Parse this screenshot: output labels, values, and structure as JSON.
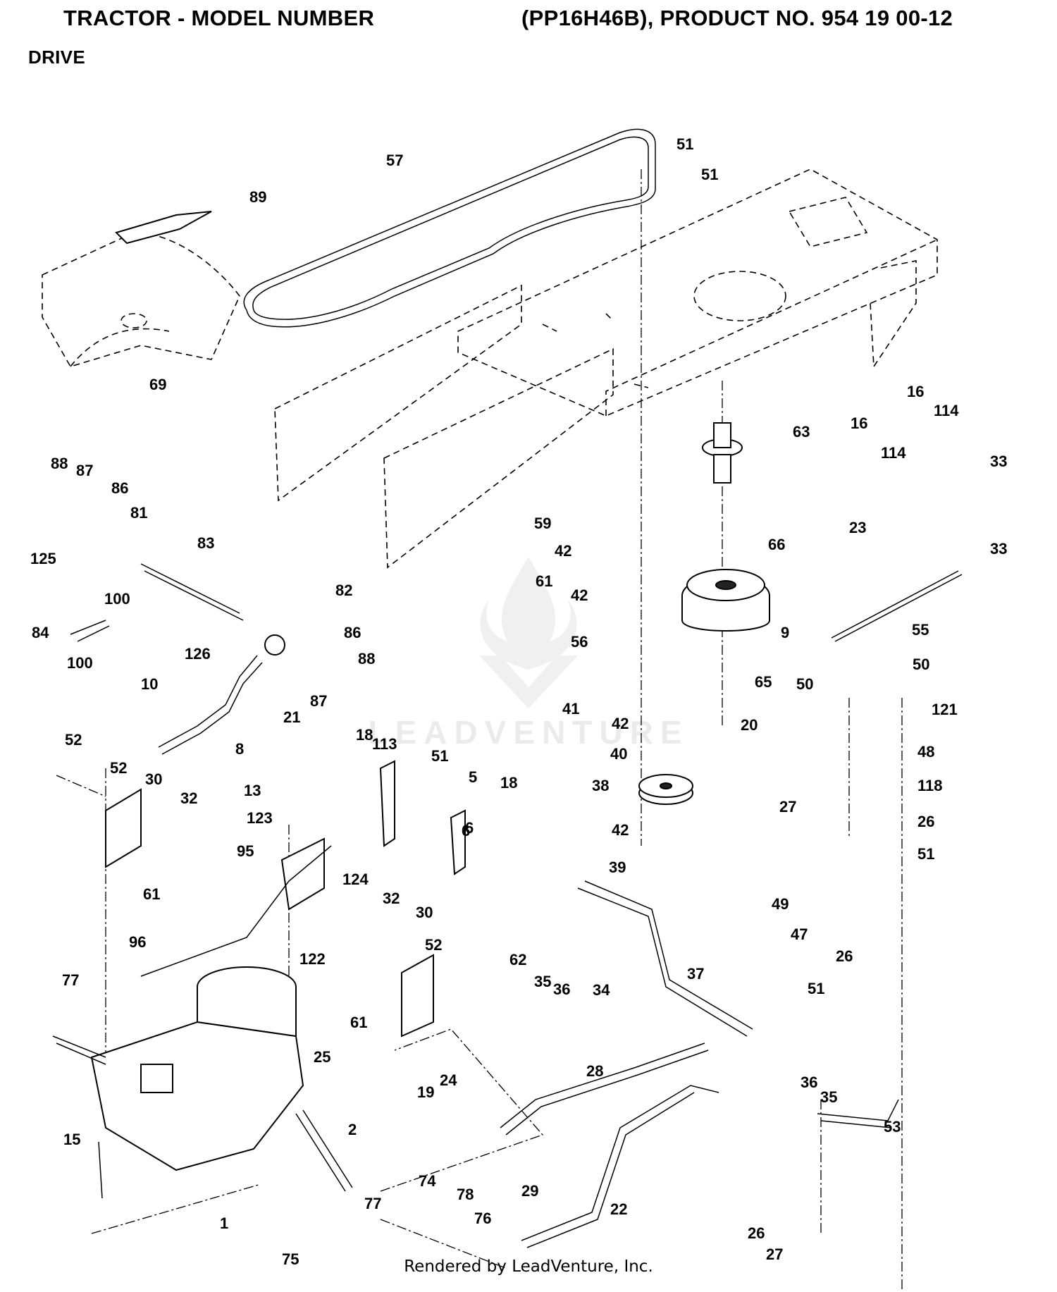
{
  "header": {
    "title_left": "TRACTOR - MODEL NUMBER",
    "title_right": "(PP16H46B), PRODUCT NO. 954 19 00-12",
    "section": "DRIVE"
  },
  "footer": {
    "text": "Rendered by LeadVenture, Inc."
  },
  "watermark": {
    "text": "LEADVENTURE",
    "color": "#666666"
  },
  "callouts": [
    "57",
    "51",
    "51",
    "89",
    "69",
    "63",
    "16",
    "16",
    "114",
    "114",
    "33",
    "33",
    "23",
    "88",
    "87",
    "86",
    "81",
    "83",
    "82",
    "125",
    "100",
    "84",
    "100",
    "126",
    "86",
    "88",
    "87",
    "10",
    "21",
    "8",
    "59",
    "42",
    "61",
    "42",
    "56",
    "66",
    "9",
    "55",
    "65",
    "20",
    "41",
    "42",
    "40",
    "38",
    "42",
    "39",
    "50",
    "50",
    "121",
    "48",
    "27",
    "118",
    "26",
    "51",
    "49",
    "47",
    "26",
    "51",
    "52",
    "52",
    "30",
    "32",
    "61",
    "13",
    "123",
    "95",
    "124",
    "122",
    "96",
    "18",
    "113",
    "51",
    "5",
    "18",
    "6",
    "6",
    "62",
    "35",
    "36",
    "34",
    "37",
    "32",
    "30",
    "52",
    "61",
    "77",
    "25",
    "19",
    "24",
    "2",
    "77",
    "15",
    "1",
    "74",
    "75",
    "78",
    "76",
    "28",
    "29",
    "22",
    "36",
    "35",
    "53",
    "26",
    "27"
  ]
}
